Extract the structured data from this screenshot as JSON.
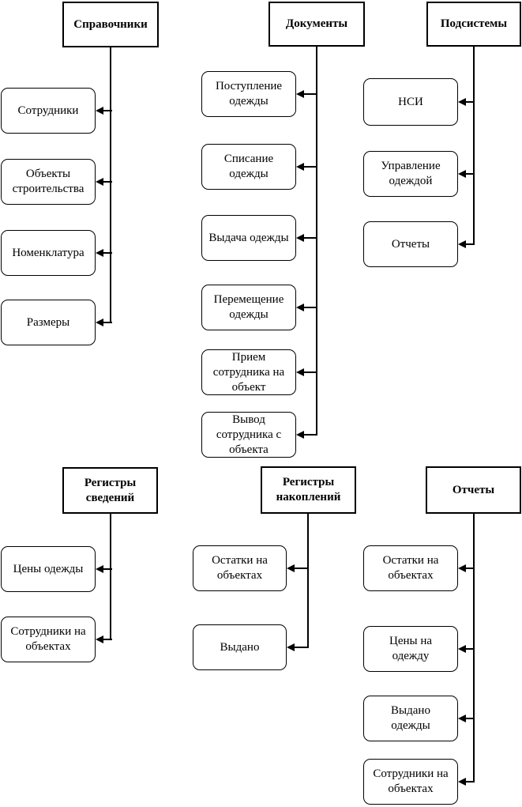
{
  "diagram": {
    "colors": {
      "stroke": "#000000",
      "fill": "#ffffff",
      "background": "#ffffff"
    },
    "groups": [
      {
        "label": "Справочники",
        "children": [
          "Сотрудники",
          "Объекты строительства",
          "Номенклатура",
          "Размеры"
        ]
      },
      {
        "label": "Документы",
        "children": [
          "Поступление одежды",
          "Списание одежды",
          "Выдача одежды",
          "Перемещение одежды",
          "Прием сотрудника на объект",
          "Вывод сотрудника с объекта"
        ]
      },
      {
        "label": "Подсистемы",
        "children": [
          "НСИ",
          "Управление одеждой",
          "Отчеты"
        ]
      },
      {
        "label": "Регистры сведений",
        "children": [
          "Цены одежды",
          "Сотрудники на объектах"
        ]
      },
      {
        "label": "Регистры накоплений",
        "children": [
          "Остатки на объектах",
          "Выдано"
        ]
      },
      {
        "label": "Отчеты",
        "children": [
          "Остатки на объектах",
          "Цены на одежду",
          "Выдано одежды",
          "Сотрудники на объектах"
        ]
      }
    ]
  }
}
